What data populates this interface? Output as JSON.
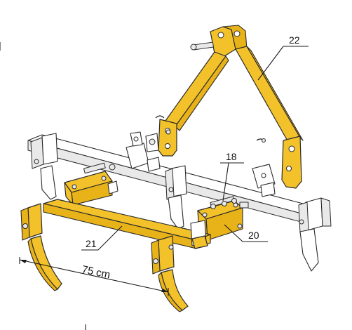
{
  "callouts": {
    "c22": "22",
    "c18": "18",
    "c21": "21",
    "c20": "20"
  },
  "dimension": {
    "spacing": "75 cm"
  },
  "colors": {
    "frame_yellow": "#f3c22b",
    "outline": "#2a2a2a",
    "bar_white": "#ffffff"
  }
}
